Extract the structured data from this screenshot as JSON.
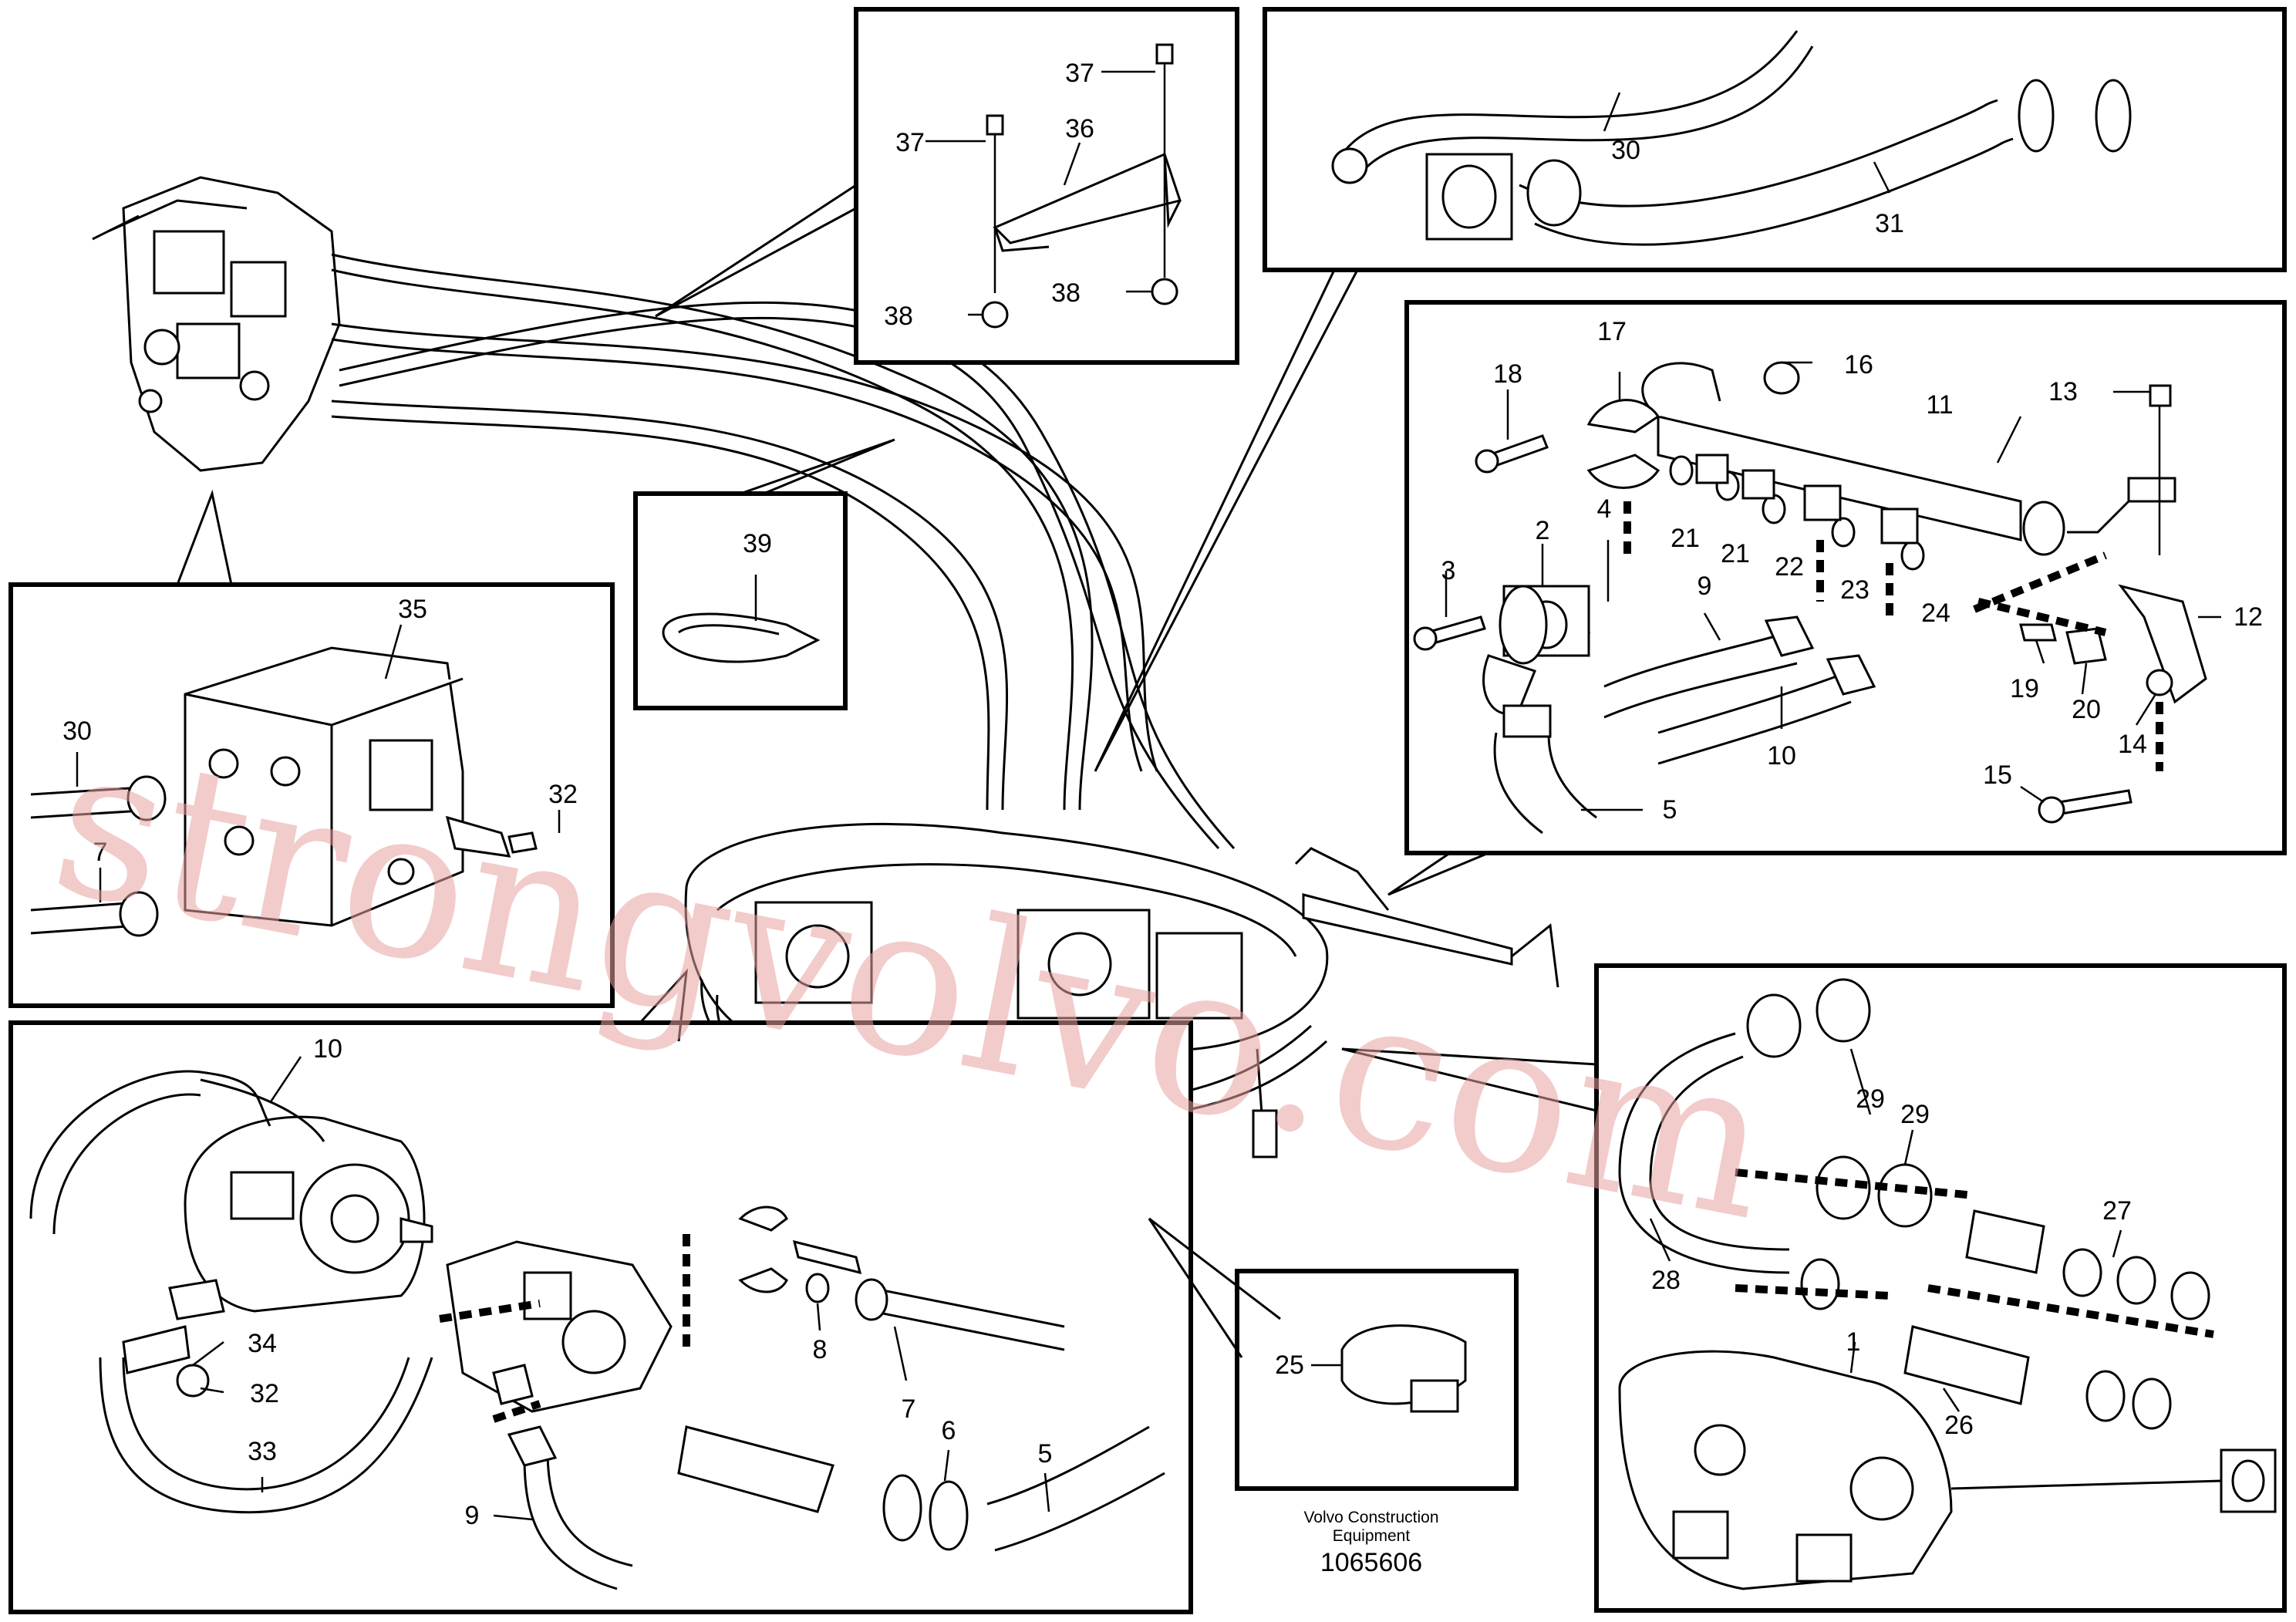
{
  "footer": {
    "company_line1": "Volvo Construction",
    "company_line2": "Equipment",
    "drawing_number": "1065606"
  },
  "watermark": "strongvolvo.com",
  "callouts": {
    "n1": "1",
    "n2": "2",
    "n3": "3",
    "n4": "4",
    "n5": "5",
    "n6": "6",
    "n7": "7",
    "n8": "8",
    "n9": "9",
    "n10": "10",
    "n11": "11",
    "n12": "12",
    "n13": "13",
    "n14": "14",
    "n15": "15",
    "n16": "16",
    "n17": "17",
    "n18": "18",
    "n19": "19",
    "n20": "20",
    "n21": "21",
    "n22": "22",
    "n23": "23",
    "n24": "24",
    "n25": "25",
    "n26": "26",
    "n27": "27",
    "n28": "28",
    "n29": "29",
    "n30": "30",
    "n31": "31",
    "n32": "32",
    "n33": "33",
    "n34": "34",
    "n35": "35",
    "n36": "36",
    "n37": "37",
    "n38": "38",
    "n39": "39"
  },
  "colors": {
    "line": "#000000",
    "watermark": "#e8a0a0",
    "background": "#ffffff"
  }
}
